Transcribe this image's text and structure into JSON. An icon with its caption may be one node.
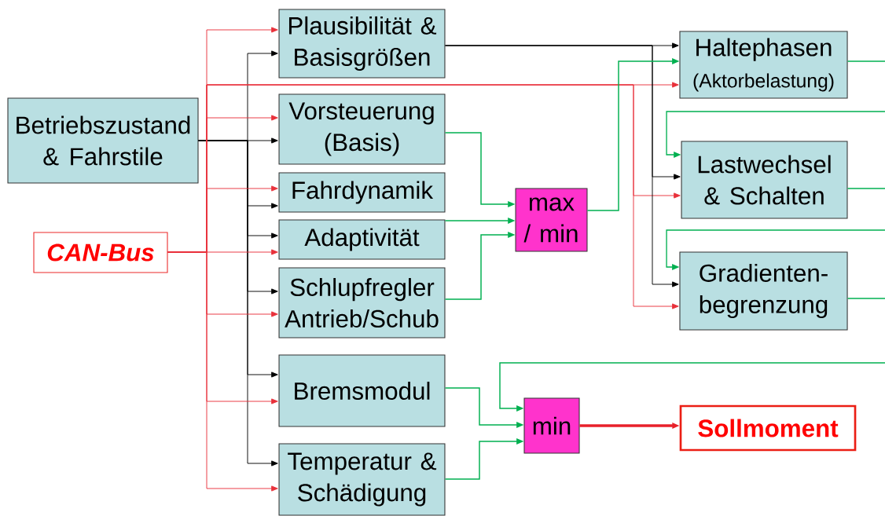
{
  "diagram": {
    "nodes": [
      {
        "text": [
          "Betriebszustand & Fahrstile"
        ]
      },
      {
        "text": [
          "CAN-Bus"
        ]
      },
      {
        "text": [
          "Plausibilität & Basisgrößen"
        ]
      },
      {
        "text": [
          "Vorsteuerung (Basis)"
        ]
      },
      {
        "text": [
          "Fahrdynamik"
        ]
      },
      {
        "text": [
          "Adaptivität"
        ]
      },
      {
        "text": [
          "Schlupfregler Antrieb/Schub"
        ]
      },
      {
        "text": [
          "Bremsmodul"
        ]
      },
      {
        "text": [
          "Temperatur & Schädigung"
        ]
      },
      {
        "text": [
          "max / min"
        ]
      },
      {
        "text": [
          "Haltephasen",
          "(Aktorbelastung)"
        ]
      },
      {
        "text": [
          "Lastwechsel & Schalten"
        ]
      },
      {
        "text": [
          "Gradienten-begrenzung"
        ]
      },
      {
        "text": [
          "min"
        ]
      },
      {
        "text": [
          "Sollmoment"
        ]
      }
    ],
    "edges": [
      {
        "from": 0,
        "to": 2,
        "arrow": "to",
        "color": "#000000"
      },
      {
        "from": 0,
        "to": 3,
        "arrow": "to",
        "color": "#000000"
      },
      {
        "from": 0,
        "to": 4,
        "arrow": "to",
        "color": "#000000"
      },
      {
        "from": 0,
        "to": 5,
        "arrow": "to",
        "color": "#000000"
      },
      {
        "from": 0,
        "to": 6,
        "arrow": "to",
        "color": "#000000"
      },
      {
        "from": 0,
        "to": 7,
        "arrow": "to",
        "color": "#000000"
      },
      {
        "from": 0,
        "to": 8,
        "arrow": "to",
        "color": "#000000"
      },
      {
        "from": 1,
        "to": 2,
        "arrow": "to",
        "color": "#e8303a"
      },
      {
        "from": 1,
        "to": 3,
        "arrow": "to",
        "color": "#e8303a"
      },
      {
        "from": 1,
        "to": 4,
        "arrow": "to",
        "color": "#e8303a"
      },
      {
        "from": 1,
        "to": 5,
        "arrow": "to",
        "color": "#e8303a"
      },
      {
        "from": 1,
        "to": 6,
        "arrow": "to",
        "color": "#e8303a"
      },
      {
        "from": 1,
        "to": 7,
        "arrow": "to",
        "color": "#e8303a"
      },
      {
        "from": 1,
        "to": 8,
        "arrow": "to",
        "color": "#e8303a"
      },
      {
        "from": 1,
        "to": 10,
        "arrow": "to",
        "color": "#e8303a"
      },
      {
        "from": 1,
        "to": 11,
        "arrow": "to",
        "color": "#e8303a"
      },
      {
        "from": 1,
        "to": 12,
        "arrow": "to",
        "color": "#e8303a"
      },
      {
        "from": 2,
        "to": 10,
        "arrow": "to",
        "color": "#000000"
      },
      {
        "from": 2,
        "to": 11,
        "arrow": "to",
        "color": "#000000"
      },
      {
        "from": 2,
        "to": 12,
        "arrow": "to",
        "color": "#000000"
      },
      {
        "from": 3,
        "to": 9,
        "arrow": "to"
      },
      {
        "from": 5,
        "to": 9,
        "arrow": "to"
      },
      {
        "from": 6,
        "to": 9,
        "arrow": "to"
      },
      {
        "from": 9,
        "to": 10,
        "arrow": "to"
      },
      {
        "from": 10,
        "to": null,
        "arrow": "none"
      },
      {
        "from": 11,
        "to": null,
        "arrow": "none"
      },
      {
        "from": 12,
        "to": null,
        "arrow": "none"
      },
      {
        "from": null,
        "to": 11,
        "arrow": "to"
      },
      {
        "from": null,
        "to": 12,
        "arrow": "to"
      },
      {
        "from": null,
        "to": 13,
        "arrow": "to"
      },
      {
        "from": 7,
        "to": 13,
        "arrow": "to"
      },
      {
        "from": 8,
        "to": 13,
        "arrow": "to"
      },
      {
        "from": 13,
        "to": 14,
        "arrow": "to",
        "style": "thick",
        "color": "#e8202a"
      }
    ]
  }
}
